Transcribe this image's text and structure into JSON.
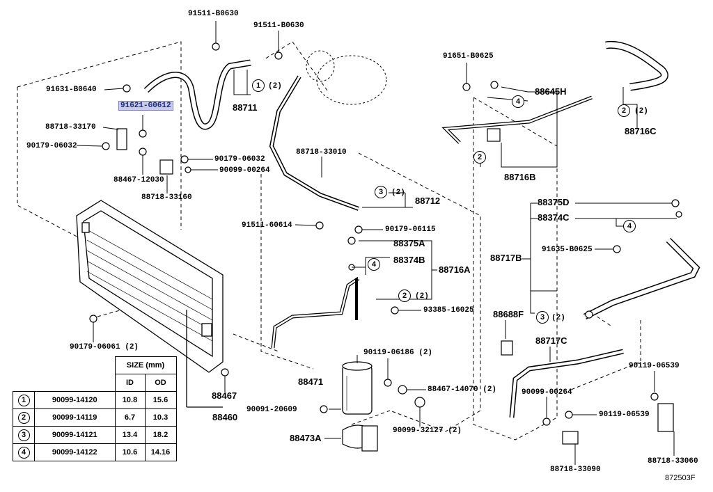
{
  "diagram": {
    "code": "872503F"
  },
  "labels": {
    "l91511_b0630a": "91511-B0630",
    "l91511_b0630b": "91511-B0630",
    "l91631_b0640": "91631-B0640",
    "l91621_g0612": "91621-G0612",
    "l88718_33170": "88718-33170",
    "l90179_06032a": "90179-06032",
    "l90179_06032b": "90179-06032",
    "l90099_00264a": "90099-00264",
    "l88467_12030": "88467-12030",
    "l88718_33160": "88718-33160",
    "l88711": "88711",
    "l88718_33010": "88718-33010",
    "l88712": "88712",
    "l91511_60614": "91511-60614",
    "l90179_06115": "90179-06115",
    "l88375a": "88375A",
    "l88374b": "88374B",
    "l88716a": "88716A",
    "l93385_16025": "93385-16025",
    "l90179_06061": "90179-06061 (2)",
    "l88467": "88467",
    "l88460": "88460",
    "l90119_06186": "90119-06186 (2)",
    "l88471": "88471",
    "l88467_14070": "88467-14070 (2)",
    "l90091_20609": "90091-20609",
    "l90099_32127": "90099-32127 (2)",
    "l88473a": "88473A",
    "l91651_b0625": "91651-B0625",
    "l88645h": "88645H",
    "l88716b": "88716B",
    "l88716c": "88716C",
    "l88375d": "88375D",
    "l88374c": "88374C",
    "l91635_b0625": "91635-B0625",
    "l88717b": "88717B",
    "l88688f": "88688F",
    "l88717c": "88717C",
    "l90119_06539a": "90119-06539",
    "l90119_06539b": "90119-06539",
    "l90099_00264b": "90099-00264",
    "l88718_33090": "88718-33090",
    "l88718_33060": "88718-33060",
    "q2": "(2)"
  },
  "size_table": {
    "header": "SIZE (mm)",
    "col_id": "ID",
    "col_od": "OD",
    "rows": [
      {
        "num": "1",
        "part": "90099-14120",
        "id": "10.8",
        "od": "15.6"
      },
      {
        "num": "2",
        "part": "90099-14119",
        "id": "6.7",
        "od": "10.3"
      },
      {
        "num": "3",
        "part": "90099-14121",
        "id": "13.4",
        "od": "18.2"
      },
      {
        "num": "4",
        "part": "90099-14122",
        "id": "10.6",
        "od": "14.16"
      }
    ]
  }
}
